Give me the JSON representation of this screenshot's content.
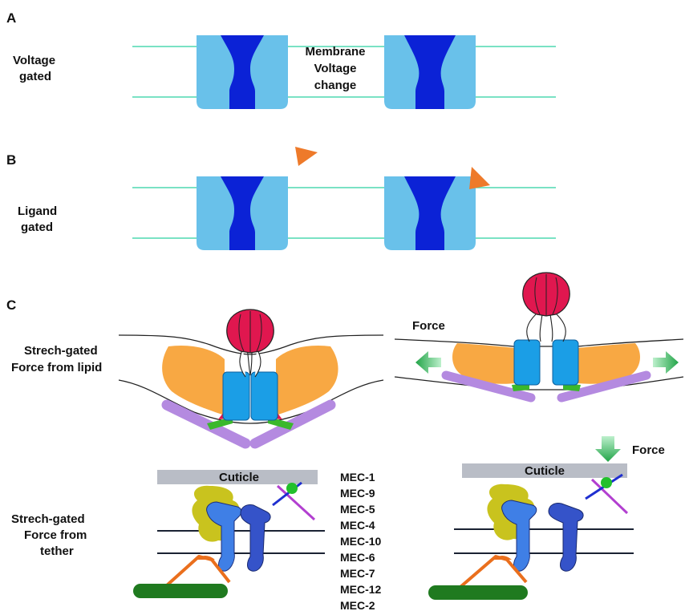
{
  "panels": {
    "a": {
      "letter": "A",
      "label_lines": [
        "Voltage",
        "gated"
      ],
      "center_lines": [
        "Membrane",
        "Voltage",
        "change"
      ]
    },
    "b": {
      "letter": "B",
      "label_lines": [
        "Ligand",
        "gated"
      ]
    },
    "c": {
      "letter": "C",
      "lipid_label_lines": [
        "Strech-gated",
        "Force from lipid"
      ],
      "tether_label_lines": [
        "Strech-gated",
        "Force from",
        "tether"
      ],
      "force_lipid": "Force",
      "force_tether": "Force",
      "cuticle_left": "Cuticle",
      "cuticle_right": "Cuticle"
    }
  },
  "legend": [
    {
      "name": "MEC-1",
      "color": "#22c02c"
    },
    {
      "name": "MEC-9",
      "color": "#1f2fd0"
    },
    {
      "name": "MEC-5",
      "color": "#b23fd0"
    },
    {
      "name": "MEC-4",
      "color": "#3553c9"
    },
    {
      "name": "MEC-10",
      "color": "#3f7fe6"
    },
    {
      "name": "MEC-6",
      "color": "#c9c31e"
    },
    {
      "name": "MEC-7",
      "color": "#1f7a1f"
    },
    {
      "name": "MEC-12",
      "color": "#1f6b1f"
    },
    {
      "name": "MEC-2",
      "color": "#ea6f1d"
    }
  ],
  "colors": {
    "membrane_line": "#4fd9b0",
    "channel_outer": "#69c1ea",
    "channel_pore": "#0b22d6",
    "ligand": "#ee7a2a",
    "lipid_orange": "#f8a843",
    "red_cap": "#e0174f",
    "purple_bar": "#b48ae0",
    "cuticle": "#b9bdc6",
    "force_arrow": "#27a84a"
  }
}
